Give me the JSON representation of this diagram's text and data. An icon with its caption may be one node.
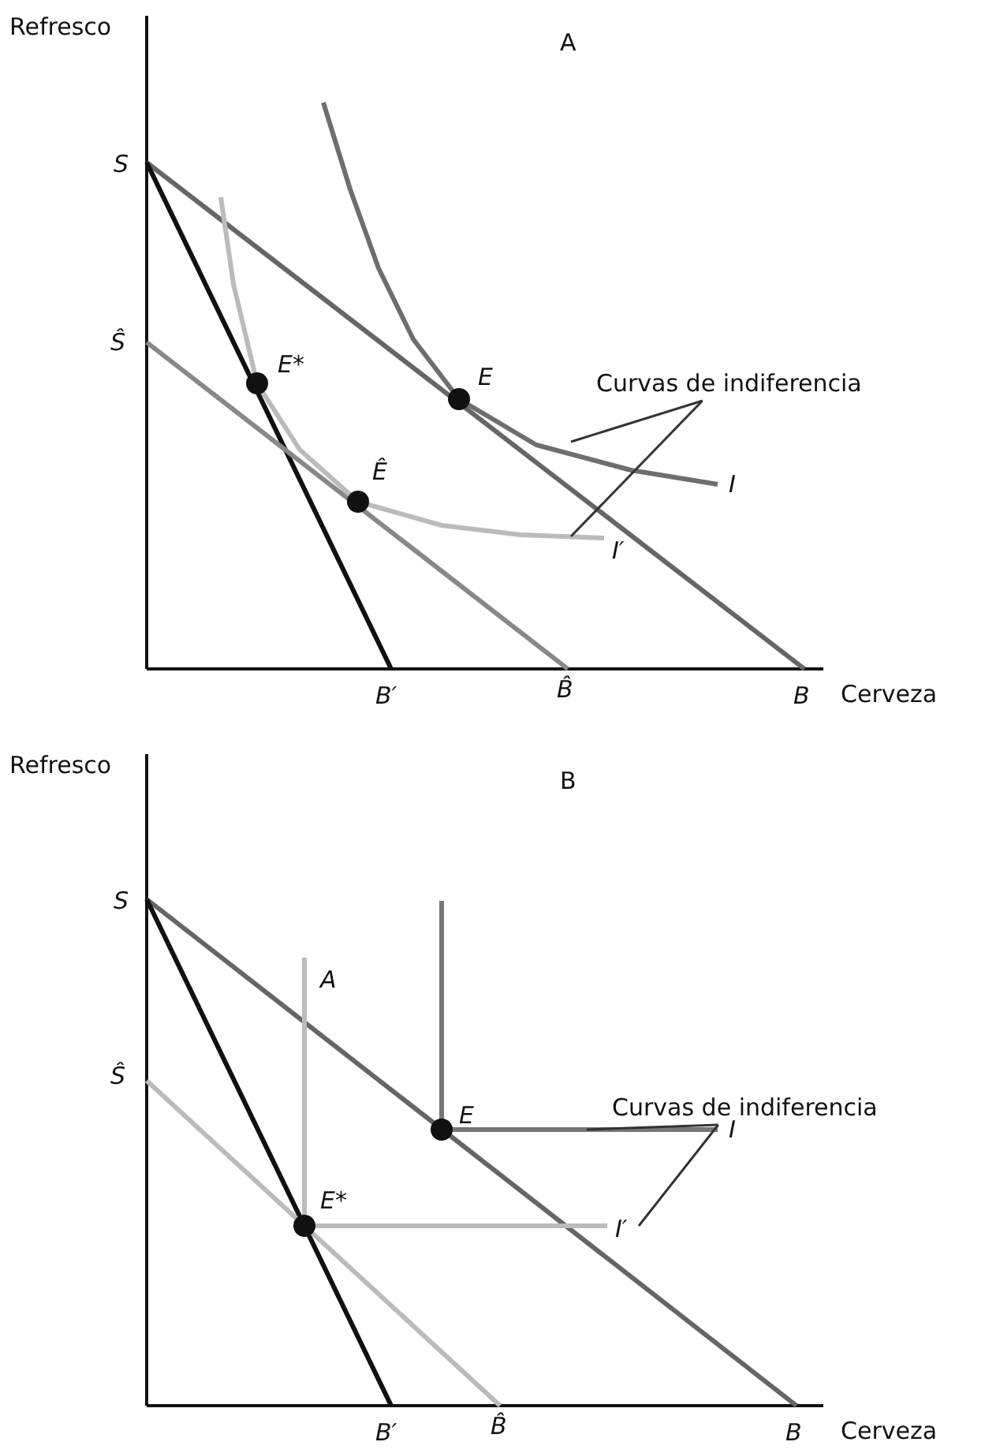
{
  "diagram": {
    "nodes": [
      {
        "text": [
          "Curvas de indiferencia"
        ]
      },
      {
        "text": [],
        "shape": "curve"
      },
      {
        "text": [],
        "shape": "curve"
      },
      {
        "text": [
          "Curvas de indiferencia"
        ]
      },
      {
        "text": [],
        "shape": "curve"
      },
      {
        "text": [],
        "shape": "curve"
      }
    ],
    "edges": [
      {
        "from": 0,
        "to": 1,
        "arrow": "none"
      },
      {
        "from": 0,
        "to": 2,
        "arrow": "none"
      },
      {
        "from": 3,
        "to": 4,
        "arrow": "none"
      },
      {
        "from": 3,
        "to": 5,
        "arrow": "none"
      }
    ],
    "labels": [
      "Refresco",
      "A",
      "S",
      "Ŝ",
      "E*",
      "E",
      "Ê",
      "I",
      "I′",
      "B′",
      "B̂",
      "B",
      "Cerveza",
      "Refresco",
      "B",
      "S",
      "A",
      "Ŝ",
      "E",
      "E*",
      "I",
      "I′",
      "B′",
      "B̂",
      "B",
      "Cerveza"
    ]
  }
}
